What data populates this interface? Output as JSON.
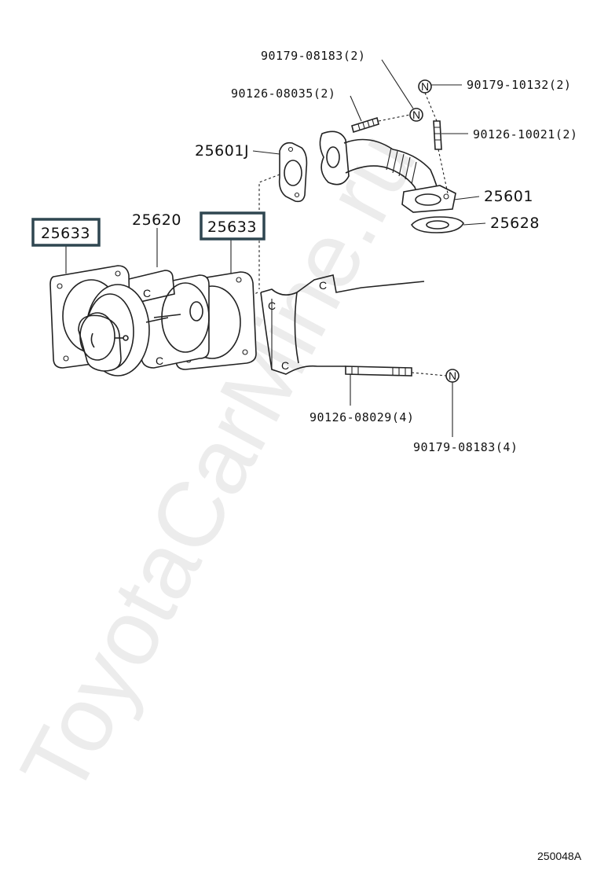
{
  "diagram": {
    "watermark": "ToyotaCarMine.ru",
    "reference_code": "250048A",
    "highlight_color": "#2f4650",
    "labels": {
      "p90179_08183_2": "90179-08183(2)",
      "p90179_10132_2": "90179-10132(2)",
      "p90126_08035_2": "90126-08035(2)",
      "p90126_10021_2": "90126-10021(2)",
      "p25601J": "25601J",
      "p25601": "25601",
      "p25628": "25628",
      "p25633_left": "25633",
      "p25620": "25620",
      "p25633_right": "25633",
      "p90126_08029_4": "90126-08029(4)",
      "p90179_08183_4": "90179-08183(4)",
      "c_mark_1": "C",
      "c_mark_2": "C",
      "c_mark_3": "C",
      "c_mark_4": "C",
      "c_mark_5": "C",
      "n_mark_1": "N",
      "n_mark_2": "N",
      "n_mark_3": "N"
    }
  }
}
